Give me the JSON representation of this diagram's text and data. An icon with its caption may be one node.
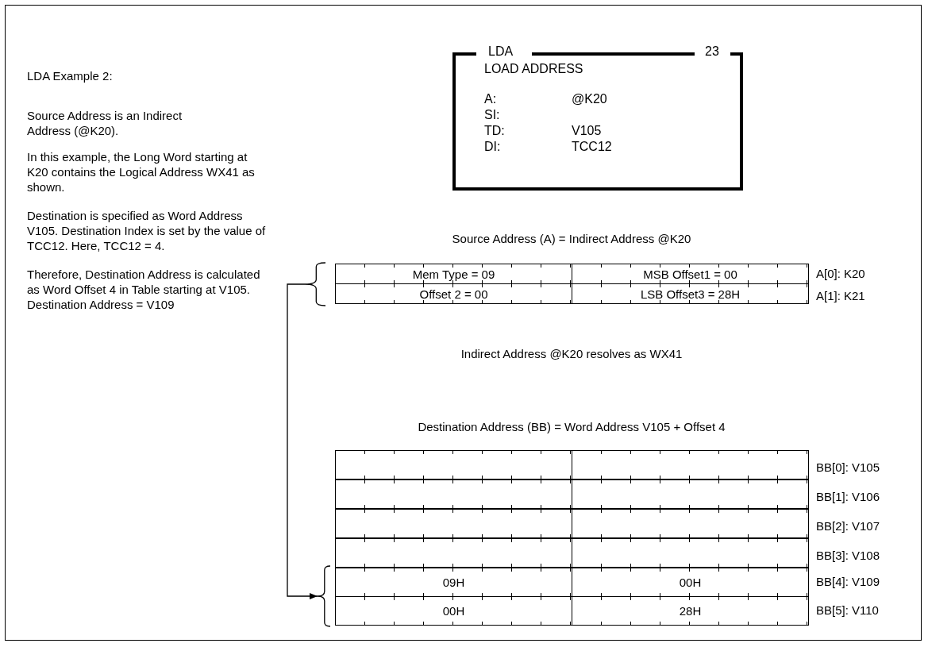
{
  "diagram": {
    "nodes": [
      {
        "text": [
          "LDA",
          "23",
          "LOAD ADDRESS",
          "A:",
          "@K20",
          "SI:",
          "TD:",
          "V105",
          "DI:",
          "TCC12"
        ]
      },
      {
        "text": [],
        "shape": "brace"
      },
      {
        "text": [],
        "shape": "brace"
      }
    ],
    "edges": [
      {
        "from": 1,
        "to": 2,
        "arrow": "to"
      }
    ],
    "labels": [
      "LDA Example 2:",
      "Source Address is an Indirect Address (@K20).",
      "In this example, the Long Word starting at K20 contains the Logical Address WX41 as shown.",
      "Destination is specified as Word Address V105. Destination Index is set by the value of TCC12. Here, TCC12 = 4.",
      "Therefore, Destination Address is calculated as Word Offset 4 in Table starting at V105. Destination Address = V109",
      "Source Address (A) = Indirect Address @K20",
      "Mem Type = 09",
      "MSB Offset1 = 00",
      "A[0]: K20",
      "Offset 2 = 00",
      "LSB Offset3 = 28H",
      "A[1]: K21",
      "Indirect Address @K20 resolves as WX41",
      "Destination Address (BB) = Word Address V105 + Offset 4",
      "BB[0]: V105",
      "BB[1]: V106",
      "BB[2]: V107",
      "BB[3]: V108",
      "09H",
      "00H",
      "BB[4]: V109",
      "00H",
      "28H",
      "BB[5]: V110"
    ]
  }
}
